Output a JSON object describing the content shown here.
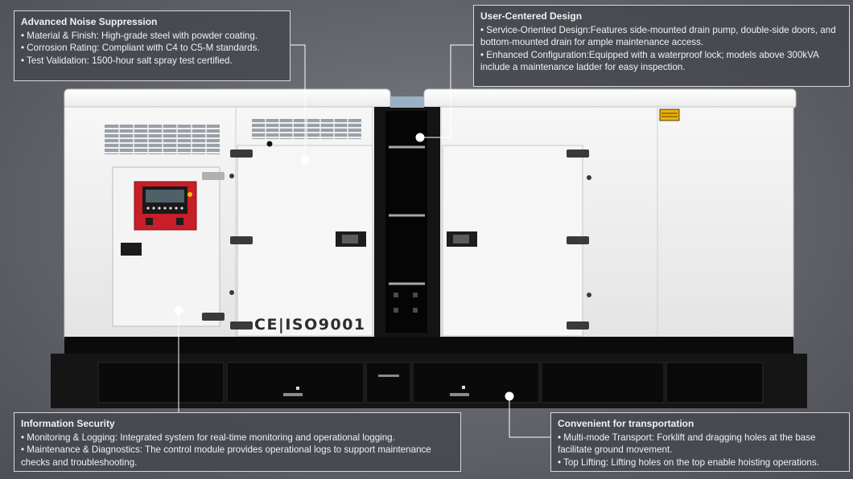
{
  "callouts": {
    "noise": {
      "title": "Advanced Noise Suppression",
      "items": [
        "Material & Finish: High-grade steel with powder coating.",
        "Corrosion Rating: Compliant with C4 to C5-M standards.",
        "Test Validation: 1500-hour salt spray test certified."
      ]
    },
    "design": {
      "title": "User-Centered Design",
      "items": [
        "Service-Oriented Design:Features side-mounted drain pump, double-side doors, and bottom-mounted drain for ample maintenance access.",
        "Enhanced Configuration:Equipped with a waterproof lock; models above 300kVA include a maintenance ladder for easy inspection."
      ]
    },
    "security": {
      "title": "Information Security",
      "items": [
        "Monitoring & Logging: Integrated system for real-time monitoring and operational logging.",
        "Maintenance & Diagnostics: The control module provides operational logs to support maintenance checks and troubleshooting."
      ]
    },
    "transport": {
      "title": "Convenient for transportation",
      "items": [
        "Multi-mode Transport: Forklift and dragging holes at the base facilitate ground movement.",
        "Top Lifting: Lifting holes on the top enable hoisting operations."
      ]
    }
  },
  "product": {
    "certification": "CE|ISO9001"
  },
  "colors": {
    "enclosure": "#f0f0f0",
    "base": "#151515",
    "panel_red": "#c81e28",
    "callout_border": "#d8d8d8"
  }
}
